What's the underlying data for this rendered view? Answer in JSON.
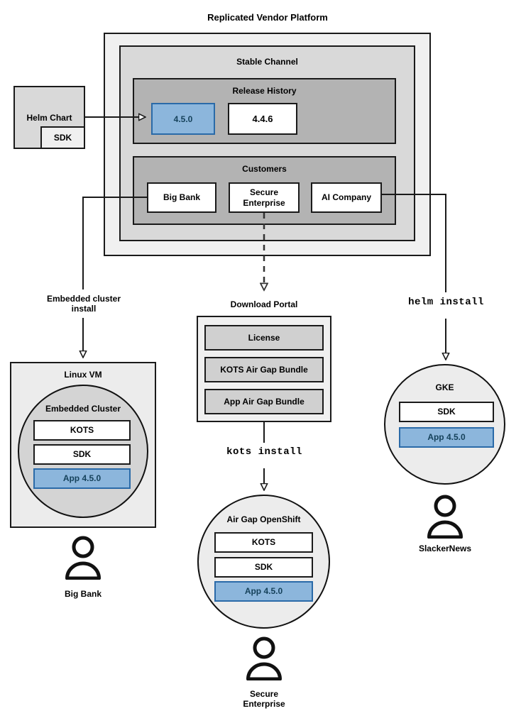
{
  "diagram": {
    "title": "Replicated Vendor Platform",
    "accent_blue": "#8cb6dc",
    "accent_blue_border": "#2a6aa8",
    "accent_blue_text": "#16425b"
  },
  "helm_chart": {
    "label": "Helm Chart",
    "sdk_label": "SDK"
  },
  "platform": {
    "title": "Replicated Vendor Platform",
    "channel": {
      "title": "Stable Channel",
      "release_history": {
        "title": "Release History",
        "releases": [
          {
            "version": "4.5.0",
            "highlighted": true
          },
          {
            "version": "4.4.6",
            "highlighted": false
          }
        ]
      },
      "customers": {
        "title": "Customers",
        "items": [
          {
            "name": "Big Bank"
          },
          {
            "name": "Secure\nEnterprise"
          },
          {
            "name": "AI Company"
          }
        ]
      }
    }
  },
  "flows": {
    "embedded_cluster_install": "Embedded cluster\ninstall",
    "kots_install": "kots install",
    "helm_install": "helm install"
  },
  "download_portal": {
    "title": "Download Portal",
    "items": [
      {
        "label": "License"
      },
      {
        "label": "KOTS Air Gap Bundle"
      },
      {
        "label": "App Air Gap Bundle"
      }
    ]
  },
  "targets": {
    "linux_vm": {
      "title": "Linux VM",
      "cluster_title": "Embedded Cluster",
      "components": [
        {
          "label": "KOTS",
          "highlighted": false
        },
        {
          "label": "SDK",
          "highlighted": false
        },
        {
          "label": "App 4.5.0",
          "highlighted": true
        }
      ],
      "customer": "Big Bank"
    },
    "air_gap_openshift": {
      "title": "Air Gap OpenShift",
      "components": [
        {
          "label": "KOTS",
          "highlighted": false
        },
        {
          "label": "SDK",
          "highlighted": false
        },
        {
          "label": "App 4.5.0",
          "highlighted": true
        }
      ],
      "customer": "Secure\nEnterprise"
    },
    "gke": {
      "title": "GKE",
      "components": [
        {
          "label": "SDK",
          "highlighted": false
        },
        {
          "label": "App 4.5.0",
          "highlighted": true
        }
      ],
      "customer": "SlackerNews"
    }
  }
}
